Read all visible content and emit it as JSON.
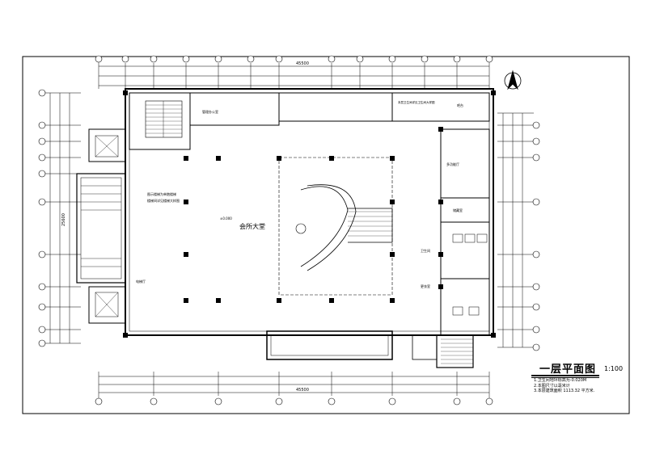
{
  "drawing": {
    "title": "一层平面图",
    "scale": "1:100",
    "notes": [
      "1.卫生间地坪标高为-0.020M",
      "2.本图尺寸以毫米计",
      "3.本层建筑面积 1113.32 平方米."
    ]
  },
  "labels": {
    "lobby": "会所大堂",
    "elev_lobby": "±0.000",
    "room_top_left": "管理办公室",
    "room_top_right": "吧台",
    "room_right_1": "多功能厅",
    "room_right_2": "储藏室",
    "room_right_3": "卫生间",
    "room_right_4": "更衣室",
    "room_left_elev": "电梯厅",
    "note_left_1": "图示楼梯为单跑楼梯",
    "note_left_2": "楼梯间详见楼梯大样图",
    "note_top_right": "本层卫生间详见卫生间大样图"
  },
  "dimensions": {
    "top_total": "45500",
    "bottom_total": "45500",
    "left_total": "25600"
  },
  "colors": {
    "line": "#000000",
    "bg": "#ffffff"
  }
}
